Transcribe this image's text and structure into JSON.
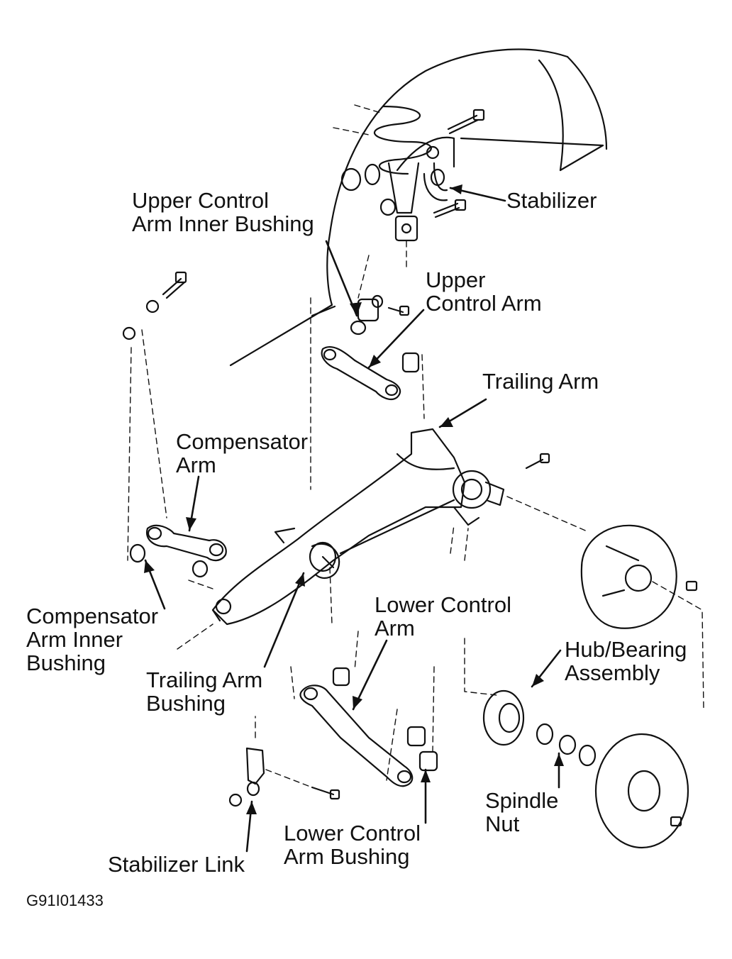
{
  "labels": {
    "upper_control_arm_inner_bushing": [
      "Upper Control",
      "Arm Inner Bushing"
    ],
    "stabilizer": "Stabilizer",
    "upper_control_arm": [
      "Upper",
      "Control Arm"
    ],
    "trailing_arm": "Trailing Arm",
    "compensator_arm": [
      "Compensator",
      "Arm"
    ],
    "compensator_arm_inner_bushing": [
      "Compensator",
      "Arm Inner",
      "Bushing"
    ],
    "lower_control_arm": [
      "Lower Control",
      "Arm"
    ],
    "hub_bearing_assembly": [
      "Hub/Bearing",
      "Assembly"
    ],
    "trailing_arm_bushing": [
      "Trailing Arm",
      "Bushing"
    ],
    "spindle_nut": [
      "Spindle",
      "Nut"
    ],
    "lower_control_arm_bushing": [
      "Lower Control",
      "Arm Bushing"
    ],
    "stabilizer_link": "Stabilizer Link"
  },
  "figure_code": "G91I01433",
  "colors": {
    "ink": "#111111",
    "paper": "#ffffff"
  }
}
